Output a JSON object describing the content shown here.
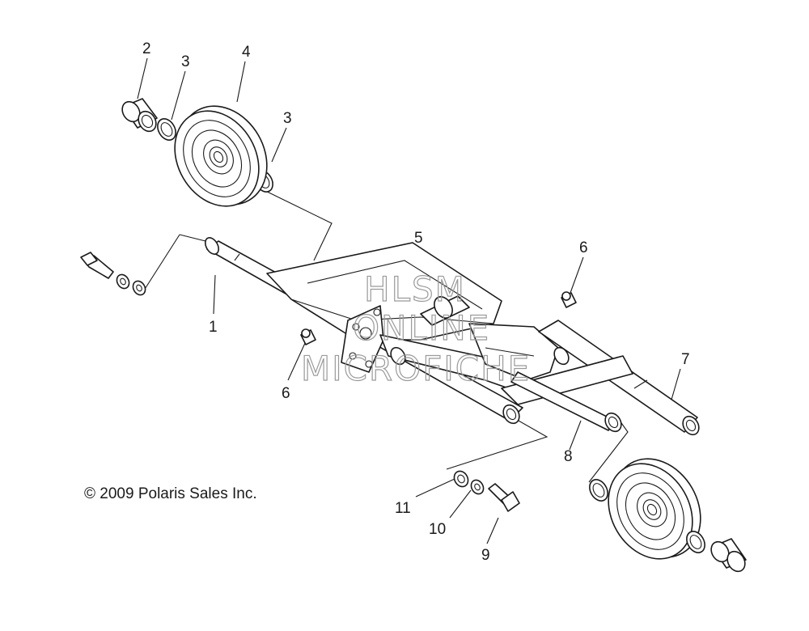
{
  "callouts": {
    "c1": "1",
    "c2": "2",
    "c3a": "3",
    "c3b": "3",
    "c4": "4",
    "c5": "5",
    "c6a": "6",
    "c6b": "6",
    "c7": "7",
    "c8": "8",
    "c9": "9",
    "c10": "10",
    "c11": "11"
  },
  "copyright": "© 2009 Polaris Sales Inc.",
  "watermark": {
    "line1": "HLSM",
    "line2": "ONLINE",
    "line3": "MICROFICHE"
  },
  "colors": {
    "ink": "#1a1a1a",
    "background": "#ffffff",
    "watermark": "#9a9a9a"
  }
}
